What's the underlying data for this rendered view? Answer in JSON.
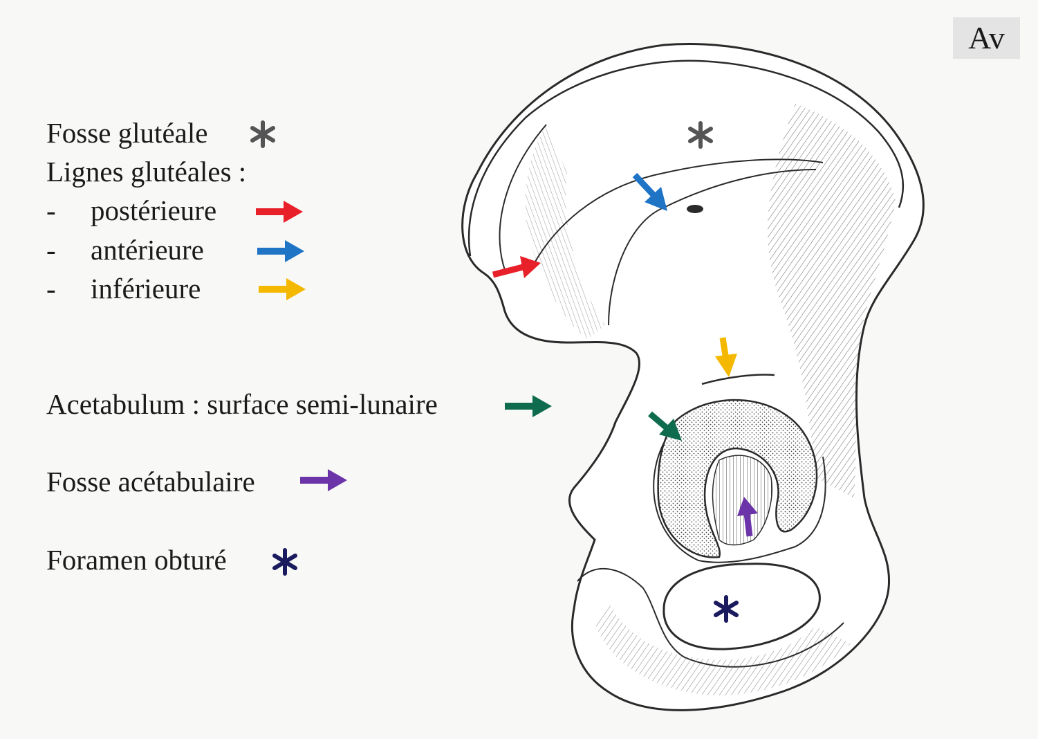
{
  "orientation_label": "Av",
  "legend": {
    "fosse_glutealle": "Fosse glutéale",
    "lignes_gluteales": "Lignes glutéales :",
    "dash": "-",
    "posterieure": "postérieure",
    "anterieure": "antérieure",
    "inferieure": "inférieure",
    "acetabulum": "Acetabulum : surface semi-lunaire",
    "fosse_acetabulaire": "Fosse acétabulaire",
    "foramen_obture": "Foramen obturé"
  },
  "colors": {
    "red": "#e8202a",
    "blue": "#1f74c6",
    "yellow": "#f5b800",
    "green": "#0f6b4e",
    "purple": "#6b34a8",
    "gray_star": "#555555",
    "navy_star": "#1a1a5e",
    "outline": "#2a2a2a"
  },
  "icons": [
    "asterisk-icon",
    "arrow-right-icon"
  ]
}
